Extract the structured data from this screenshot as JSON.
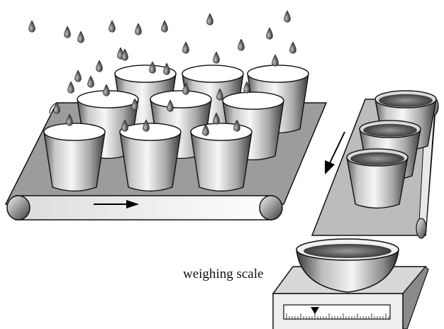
{
  "labels": {
    "weighing_scale": "weighing scale"
  },
  "colors": {
    "metal_light": "#f4f4f4",
    "metal_mid": "#b8b8b8",
    "metal_dark": "#4a4a4a",
    "belt_top": "#9a9a9a",
    "drop": "#3a3a3a",
    "outline": "#111111"
  },
  "scene": {
    "left_conveyor_cups": 9,
    "right_conveyor_cups": 3,
    "left_belt_arrow": "right",
    "right_belt_arrow": "down-left"
  }
}
